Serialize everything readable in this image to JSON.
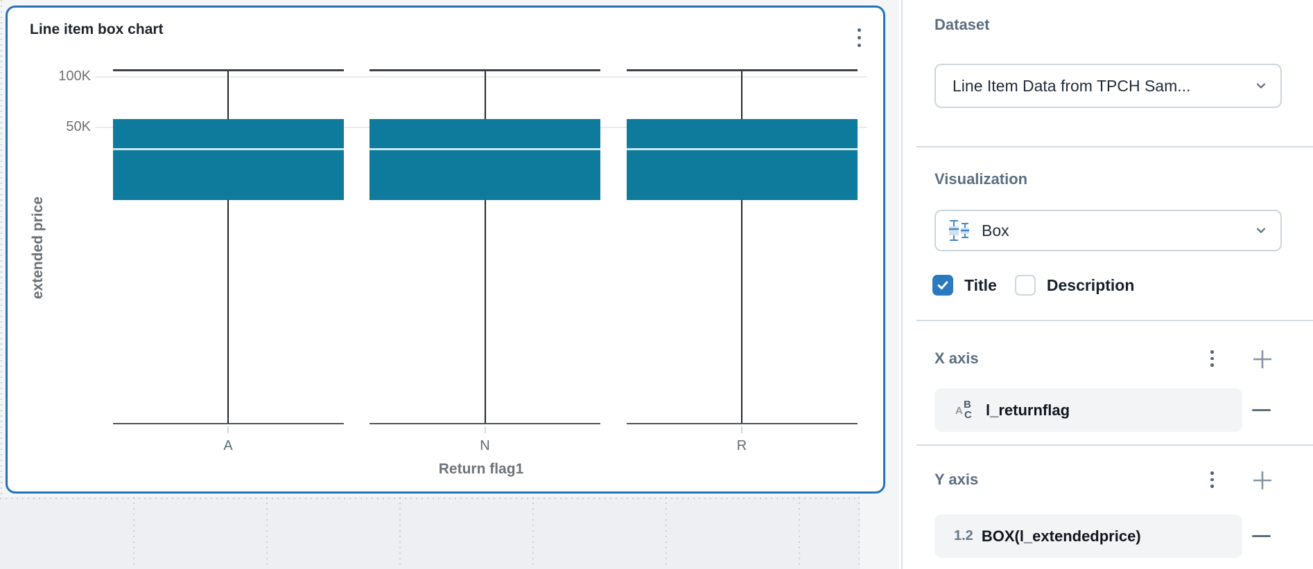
{
  "chart_data": {
    "type": "box",
    "title": "Line item box chart",
    "xlabel": "Return flag1",
    "ylabel": "extended price",
    "y_scale": "log",
    "y_ticks": [
      {
        "label": "100K",
        "value": 100000
      },
      {
        "label": "50K",
        "value": 50000
      }
    ],
    "categories": [
      "A",
      "N",
      "R"
    ],
    "series": [
      {
        "category": "A",
        "min": 860,
        "q1": 18500,
        "median": 37000,
        "q3": 56000,
        "max": 109000
      },
      {
        "category": "N",
        "min": 860,
        "q1": 18500,
        "median": 37000,
        "q3": 56000,
        "max": 109000
      },
      {
        "category": "R",
        "min": 860,
        "q1": 18500,
        "median": 37000,
        "q3": 56000,
        "max": 109000
      }
    ],
    "box_color": "#0e7a9c",
    "median_color": "#cde8f1",
    "grid": "horizontal-only",
    "legend": "none"
  },
  "settings": {
    "dataset": {
      "heading": "Dataset",
      "selected": "Line Item Data from TPCH Sam..."
    },
    "visualization": {
      "heading": "Visualization",
      "selected": "Box",
      "title_checkbox": {
        "label": "Title",
        "checked": true
      },
      "description_checkbox": {
        "label": "Description",
        "checked": false
      }
    },
    "x_axis": {
      "heading": "X axis",
      "field": {
        "name": "l_returnflag",
        "icon_letters": {
          "a": "A",
          "b": "B",
          "c": "C"
        }
      }
    },
    "y_axis": {
      "heading": "Y axis",
      "field": {
        "name": "BOX(l_extendedprice)",
        "type_icon_text": "1.2"
      }
    }
  },
  "colors": {
    "selection_border": "#2372b7",
    "box_fill": "#0e7a9c",
    "checkbox_checked": "#2b79bf",
    "heading_slate": "#5b6e80",
    "pill_background": "#f3f4f6",
    "canvas_gray": "#edeff2"
  }
}
